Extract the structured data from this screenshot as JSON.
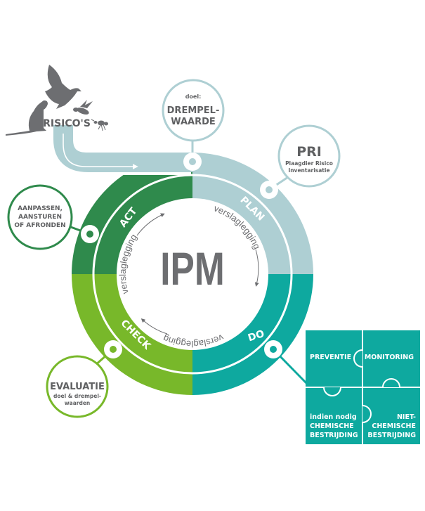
{
  "colors": {
    "act": "#2f8a4c",
    "plan": "#aecfd3",
    "do": "#0ea99f",
    "check": "#78b82a",
    "text_gray": "#5f6062",
    "silhouette": "#6d6e71"
  },
  "risks": {
    "label": "RISICO'S",
    "icons": [
      "rat-icon",
      "pigeon-icon",
      "wasp-icon",
      "ant-icon"
    ]
  },
  "center": {
    "title": "IPM",
    "reporting": "verslaglegging"
  },
  "phases": {
    "act": "ACT",
    "plan": "PLAN",
    "do": "DO",
    "check": "CHECK"
  },
  "callouts": {
    "threshold": {
      "small": "doel:",
      "line1": "DREMPEL-",
      "line2": "WAARDE"
    },
    "pri": {
      "title": "PRI",
      "line1": "Plaagdier Risico",
      "line2": "Inventarisatie"
    },
    "adjust": {
      "line1": "AANPASSEN,",
      "line2": "AANSTUREN",
      "line3": "OF AFRONDEN"
    },
    "evaluation": {
      "title": "EVALUATIE",
      "line1": "doel & drempel-",
      "line2": "waarden"
    }
  },
  "puzzle": {
    "prevention": "PREVENTIE",
    "monitoring": "MONITORING",
    "chemical": {
      "line1": "indien nodig",
      "line2": "CHEMISCHE",
      "line3": "BESTRIJDING"
    },
    "non_chemical": {
      "line1": "NIET-",
      "line2": "CHEMISCHE",
      "line3": "BESTRIJDING"
    }
  }
}
